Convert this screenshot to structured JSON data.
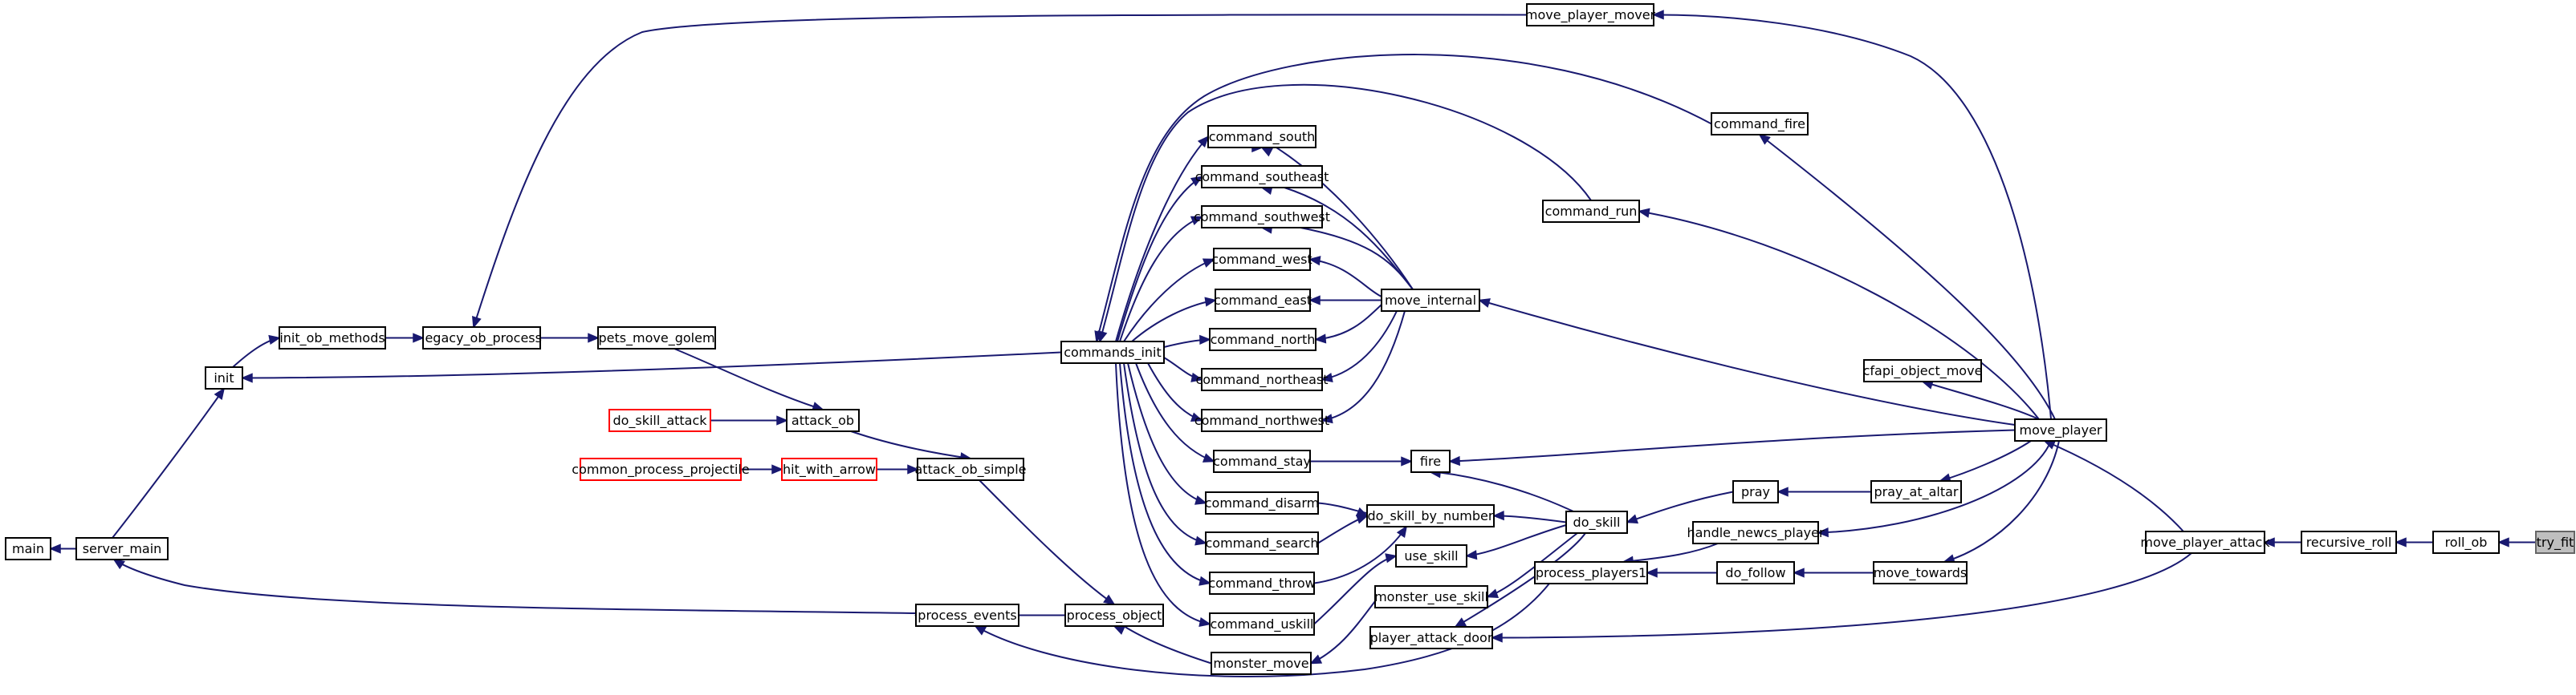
{
  "colors": {
    "edge": "#191970",
    "node_border": "#000000",
    "red_border": "#ff0000",
    "current_fill": "#bfbfbf",
    "current_border": "#666666"
  },
  "nodes": {
    "main": "main",
    "server_main": "server_main",
    "init": "init",
    "init_ob_methods": "init_ob_methods",
    "legacy_ob_process": "legacy_ob_process",
    "pets_move_golem": "pets_move_golem",
    "do_skill_attack": "do_skill_attack",
    "attack_ob": "attack_ob",
    "common_process_projectile": "common_process_projectile",
    "hit_with_arrow": "hit_with_arrow",
    "attack_ob_simple": "attack_ob_simple",
    "process_events": "process_events",
    "process_object": "process_object",
    "monster_move": "monster_move",
    "commands_init": "commands_init",
    "command_south": "command_south",
    "command_southeast": "command_southeast",
    "command_southwest": "command_southwest",
    "command_west": "command_west",
    "command_east": "command_east",
    "command_north": "command_north",
    "command_northeast": "command_northeast",
    "command_northwest": "command_northwest",
    "command_stay": "command_stay",
    "command_disarm": "command_disarm",
    "command_search": "command_search",
    "command_throw": "command_throw",
    "command_uskill": "command_uskill",
    "move_internal": "move_internal",
    "fire": "fire",
    "do_skill_by_number": "do_skill_by_number",
    "use_skill": "use_skill",
    "monster_use_skill": "monster_use_skill",
    "player_attack_door": "player_attack_door",
    "do_skill": "do_skill",
    "process_players1": "process_players1",
    "command_run": "command_run",
    "pray": "pray",
    "handle_newcs_player": "handle_newcs_player",
    "do_follow": "do_follow",
    "move_player_mover": "move_player_mover",
    "command_fire": "command_fire",
    "cfapi_object_move": "cfapi_object_move",
    "pray_at_altar": "pray_at_altar",
    "move_towards": "move_towards",
    "move_player": "move_player",
    "move_player_attack": "move_player_attack",
    "recursive_roll": "recursive_roll",
    "roll_ob": "roll_ob",
    "try_fit": "try_fit"
  }
}
